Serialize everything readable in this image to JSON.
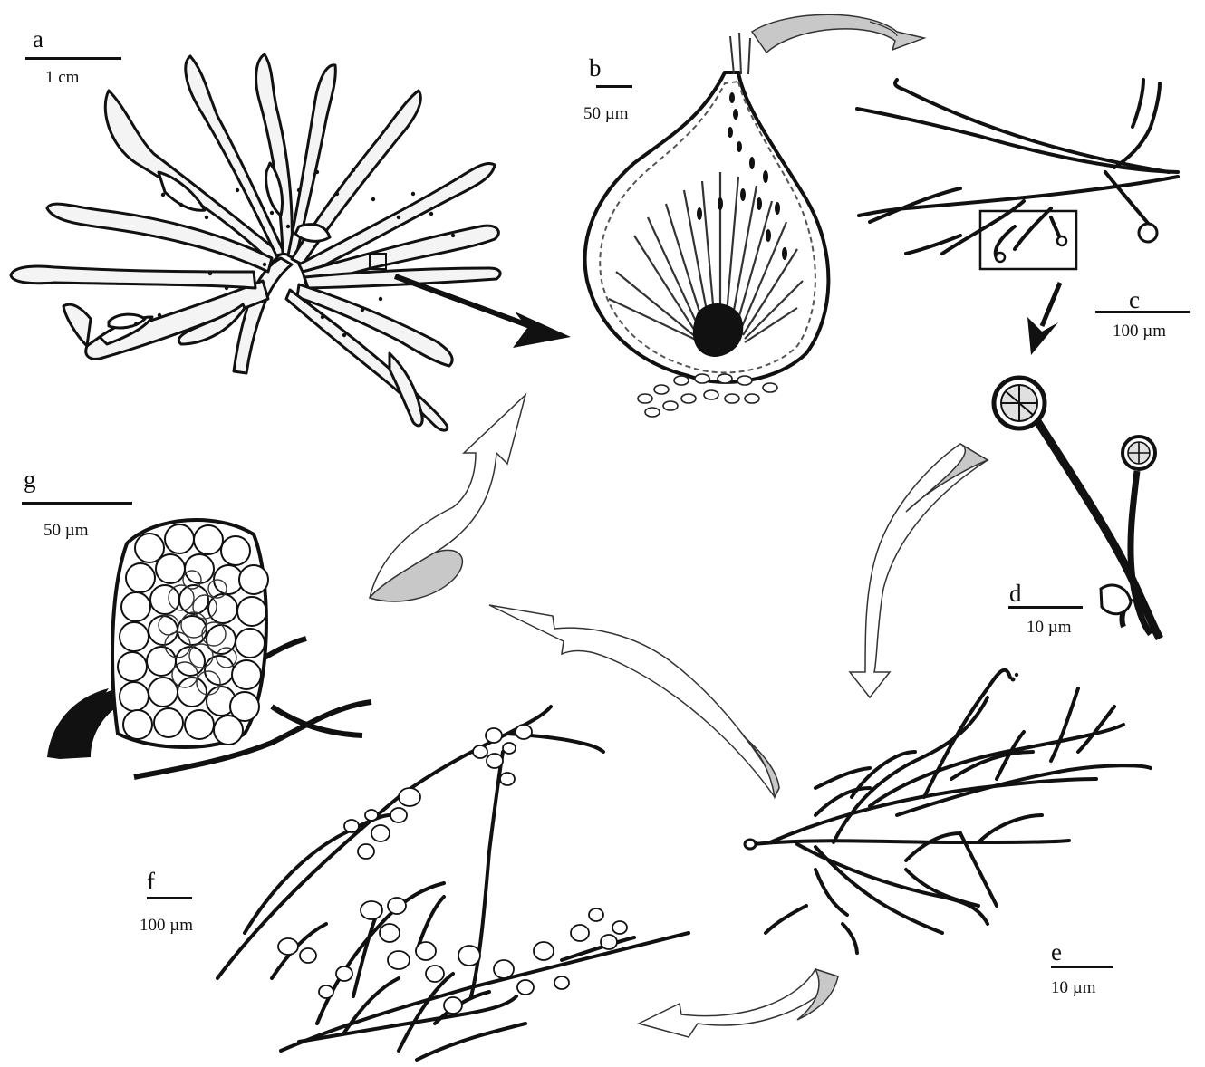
{
  "figure": {
    "panel_a": {
      "letter": "a",
      "scale_label": "1 cm"
    },
    "panel_b": {
      "letter": "b",
      "scale_label": "50 µm"
    },
    "panel_c": {
      "letter": "c",
      "scale_label": "100 µm"
    },
    "panel_d": {
      "letter": "d",
      "scale_label": "10 µm"
    },
    "panel_e": {
      "letter": "e",
      "scale_label": "10 µm"
    },
    "panel_f": {
      "letter": "f",
      "scale_label": "100 µm"
    },
    "panel_g": {
      "letter": "g",
      "scale_label": "50 µm"
    }
  },
  "colors": {
    "ink": "#111111",
    "arrow_fill": "#c8c8c8",
    "thallus_fill": "#f4f4f4",
    "paper": "#ffffff"
  }
}
